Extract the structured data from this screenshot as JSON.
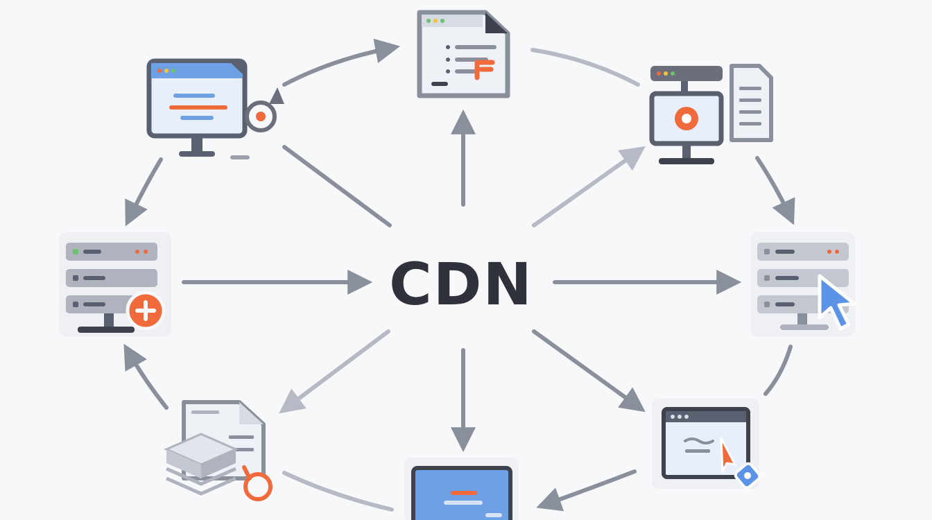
{
  "center": {
    "label": "CDN"
  },
  "colors": {
    "outline": "#5b6070",
    "arrow": "#8a8f9c",
    "arrow_light": "#b6bac4",
    "screen": "#e8effb",
    "bar_blue": "#6ea0e6",
    "accent": "#f06a3c",
    "server": "#aeb3be",
    "cursor": "#5b93e6"
  },
  "nodes": [
    {
      "id": "monitor-top-left",
      "icon": "desktop-monitor-icon"
    },
    {
      "id": "document-top",
      "icon": "code-document-icon"
    },
    {
      "id": "monitor-top-right",
      "icon": "monitor-with-document-icon"
    },
    {
      "id": "server-left",
      "icon": "server-add-icon"
    },
    {
      "id": "server-right",
      "icon": "server-cursor-icon"
    },
    {
      "id": "storage-bottom-left",
      "icon": "storage-document-icon"
    },
    {
      "id": "screen-bottom",
      "icon": "display-screen-icon"
    },
    {
      "id": "window-bottom-right",
      "icon": "browser-window-cursor-icon"
    }
  ]
}
